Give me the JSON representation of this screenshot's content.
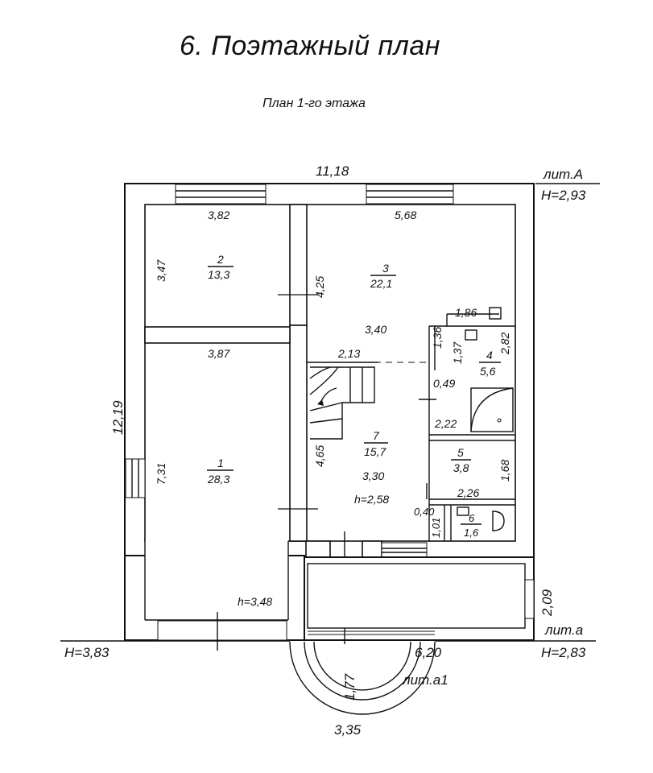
{
  "title": "6.  Поэтажный план",
  "subtitle": "План 1-го этажа",
  "overall": {
    "width_top": "11,18",
    "height_left": "12,19",
    "width_porch": "3,35",
    "width_annex": "6,20",
    "annex_depth": "2,09",
    "porch_radius": "1,77"
  },
  "letters": {
    "main": "лит.А",
    "annex": "лит.а",
    "porch": "лит.а1"
  },
  "heights": {
    "main": "H=2,93",
    "annex": "H=2,83",
    "left": "H=3,83"
  },
  "rooms": [
    {
      "num": "1",
      "area": "28,3",
      "width": "3,87",
      "length": "7,31",
      "height": "h=3,48"
    },
    {
      "num": "2",
      "area": "13,3",
      "width": "3,82",
      "length": "3,47"
    },
    {
      "num": "3",
      "area": "22,1",
      "width": "5,68",
      "length": "4,25",
      "width2": "3,40"
    },
    {
      "num": "4",
      "area": "5,6",
      "width": "1,86",
      "length": "2,82",
      "length2": "1,37",
      "offset": "1,36",
      "width2": "2,22"
    },
    {
      "num": "5",
      "area": "3,8",
      "width": "2,26",
      "length": "1,68"
    },
    {
      "num": "6",
      "area": "1,6",
      "width": "0,40",
      "length": "1,01"
    },
    {
      "num": "7",
      "area": "15,7",
      "width": "3,30",
      "length": "4,65",
      "width2": "2,13",
      "offset": "0,49",
      "height": "h=2,58"
    }
  ]
}
